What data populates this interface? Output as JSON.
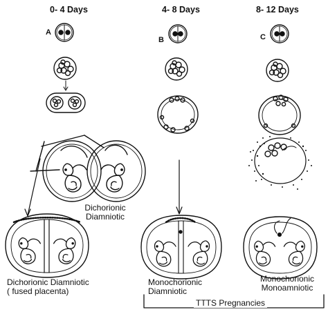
{
  "headers": [
    "0- 4 Days",
    "4- 8 Days",
    "8- 12 Days"
  ],
  "stage_letters": [
    "A",
    "B",
    "C"
  ],
  "labels": {
    "dichorionic_diamniotic_upper_line1": "Dichorionic",
    "dichorionic_diamniotic_upper_line2": "Diamniotic",
    "dichorionic_fused_line1": "Dichorionic Diamniotic",
    "dichorionic_fused_line2": "( fused placenta)",
    "monochorionic_diamniotic_line1": "Monochorionic",
    "monochorionic_diamniotic_line2": "Diamniotic",
    "monochorionic_monoamniotic_line1": "Monochorionic",
    "monochorionic_monoamniotic_line2": "Monoamniotic"
  },
  "bracket_label": "TTTS Pregnancies"
}
